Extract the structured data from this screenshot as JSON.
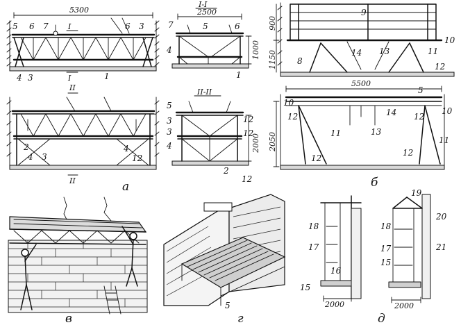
{
  "panel_a": {
    "caption": "а",
    "top_view": {
      "dim_span": "5300",
      "labels": [
        "5",
        "6",
        "7",
        "6",
        "3",
        "4",
        "3",
        "1"
      ],
      "section_mark": "I"
    },
    "bottom_view": {
      "labels": [
        "2",
        "4",
        "3",
        "4",
        "12"
      ],
      "section_mark": "II"
    },
    "section_1": {
      "title": "I-I",
      "dim_width": "2500",
      "dim_height": "1000",
      "labels": [
        "7",
        "5",
        "6",
        "4",
        "1"
      ]
    },
    "section_2": {
      "title": "II-II",
      "dim_height": "2000",
      "labels": [
        "5",
        "3",
        "3",
        "4",
        "12",
        "12",
        "2",
        "12"
      ]
    }
  },
  "panel_b": {
    "caption": "б",
    "top_view": {
      "dim_upper": "900",
      "dim_lower": "1150",
      "labels": [
        "9",
        "14",
        "13",
        "8",
        "11",
        "10",
        "12"
      ]
    },
    "bottom_view": {
      "dim_span": "5500",
      "dim_height": "2050",
      "labels": [
        "5",
        "10",
        "12",
        "13",
        "14",
        "12",
        "10",
        "11",
        "11",
        "12",
        "12"
      ]
    }
  },
  "panel_v": {
    "caption": "в"
  },
  "panel_g": {
    "caption": "г",
    "labels": [
      "5"
    ]
  },
  "panel_d": {
    "caption": "д",
    "left_view": {
      "labels": [
        "18",
        "17",
        "16",
        "15"
      ],
      "dim_width": "2000"
    },
    "right_view": {
      "labels": [
        "19",
        "20",
        "18",
        "17",
        "15",
        "21"
      ],
      "dim_width": "2000"
    }
  }
}
